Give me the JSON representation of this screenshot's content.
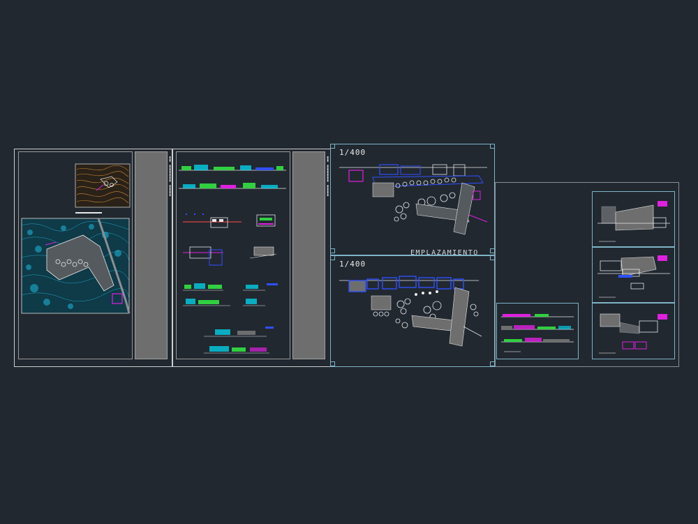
{
  "drawing": {
    "background": "#212830",
    "accent_colors": {
      "cyan": "#00e5ff",
      "magenta": "#e020e0",
      "blue": "#3050ff",
      "green": "#30d040",
      "orange": "#d08a3a",
      "grey_fill": "#6e6e6e"
    }
  },
  "sheets": {
    "plan_upper": {
      "scale": "1/400",
      "title": "EMPLAZAMIENTO"
    },
    "plan_lower": {
      "scale": "1/400"
    }
  }
}
